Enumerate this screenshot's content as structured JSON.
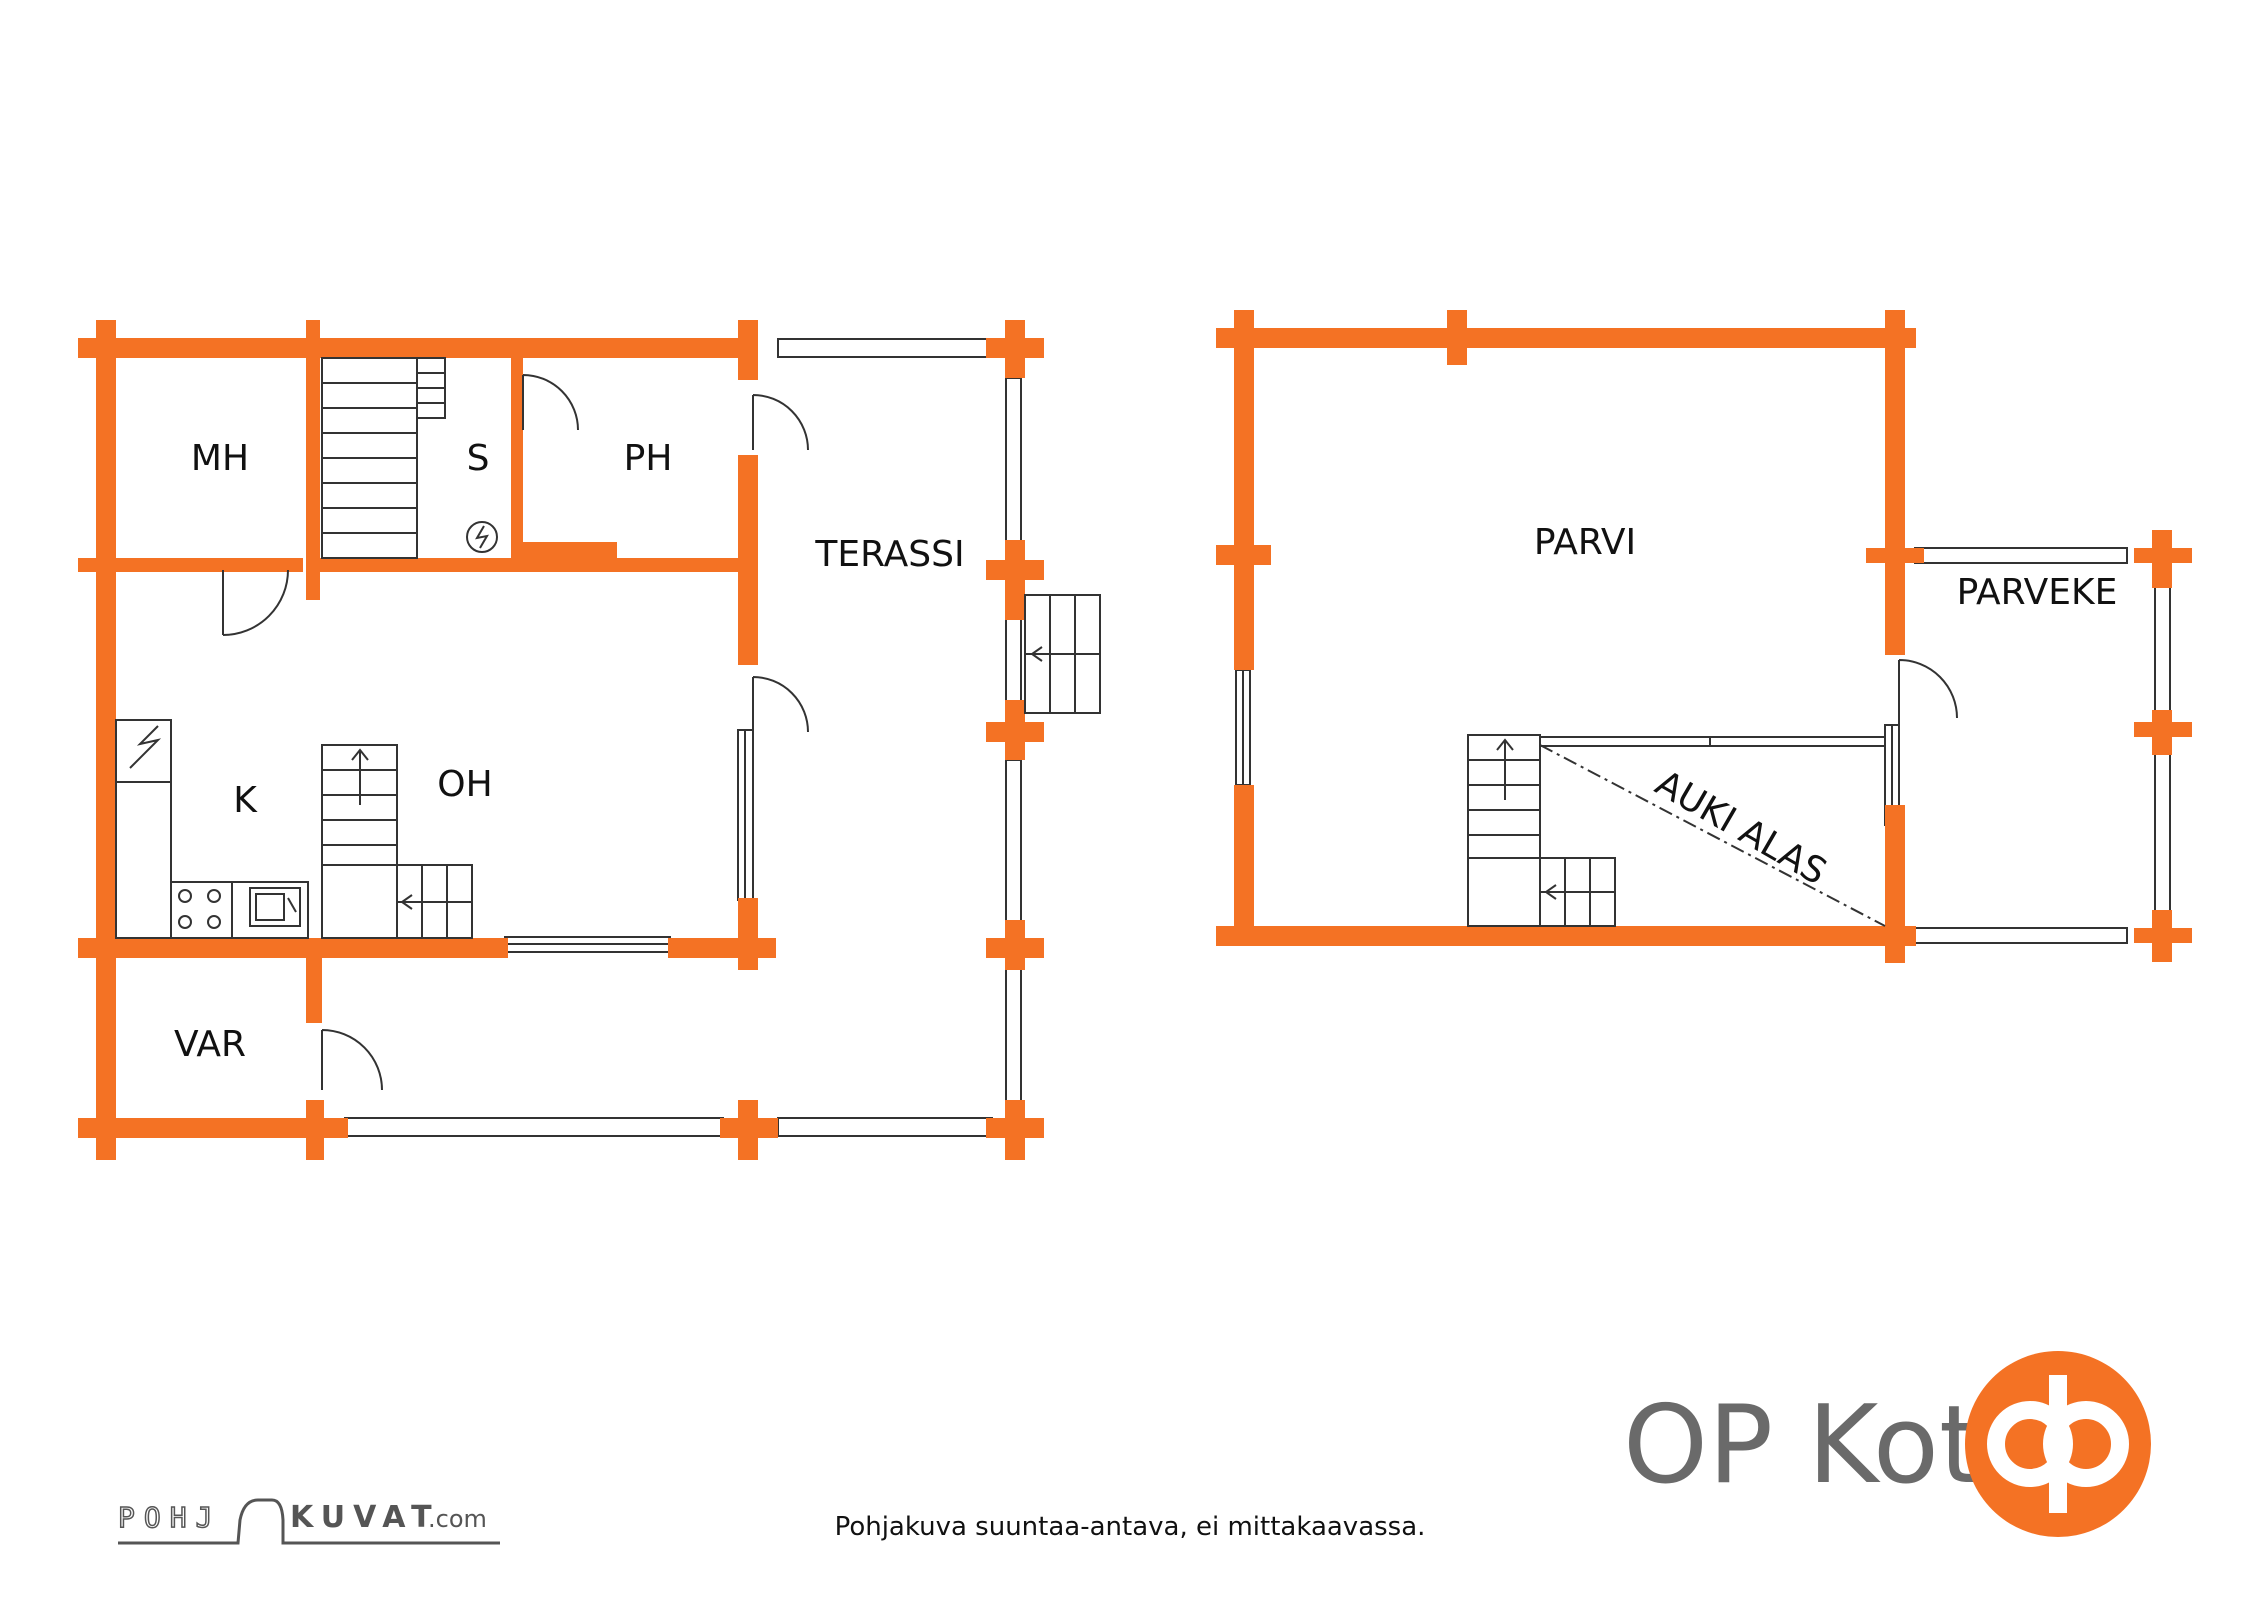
{
  "rooms": {
    "mh": "MH",
    "s": "S",
    "ph": "PH",
    "terassi": "TERASSI",
    "k": "K",
    "oh": "OH",
    "var": "VAR",
    "parvi": "PARVI",
    "parveke": "PARVEKE",
    "auki_alas": "AUKI ALAS"
  },
  "footer": {
    "disclaimer": "Pohjakuva suuntaa-antava, ei mittakaavassa.",
    "brand_name": "OP Koti"
  },
  "logos": {
    "pohjakuvat": {
      "pohj": "POHJ",
      "kuvat": "KUVAT",
      "com": ".com"
    }
  },
  "colors": {
    "wall": "#f47224",
    "line": "#333333",
    "brand_orange": "#f47224",
    "brand_grey": "#6a6a6a"
  }
}
